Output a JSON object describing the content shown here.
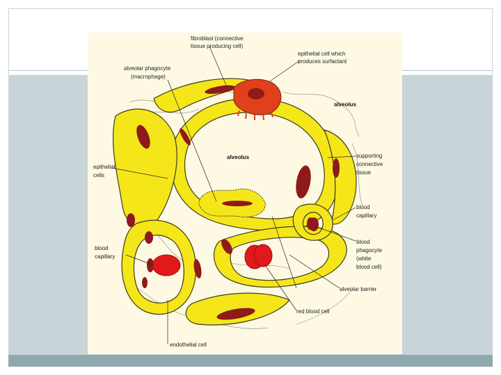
{
  "diagram": {
    "labels": {
      "fibroblast_line1": "fibroblast (connective",
      "fibroblast_line2": "tissue producing cell)",
      "epithelial_surfactant_line1": "epithelial cell which",
      "epithelial_surfactant_line2": "produces surfactant",
      "phagocyte_line1": "alveolar phagocyte",
      "phagocyte_line2": "(macrophage)",
      "alveolus_top_right": "alveolus",
      "alveolus_center": "alveolus",
      "epithelial_cells_line1": "epithelial",
      "epithelial_cells_line2": "cells",
      "supporting_line1": "supporting",
      "supporting_line2": "connective",
      "supporting_line3": "tissue",
      "blood_capillary_right_line1": "blood",
      "blood_capillary_right_line2": "capillary",
      "blood_phagocyte_line1": "blood",
      "blood_phagocyte_line2": "phagocyte",
      "blood_phagocyte_line3": "(white",
      "blood_phagocyte_line4": "blood cell)",
      "blood_capillary_left_line1": "blood",
      "blood_capillary_left_line2": "capillary",
      "alveolar_barrier": "alveolar barrier",
      "red_blood_cell": "red blood cell",
      "endothelial_cell": "endothelial cell"
    },
    "colors": {
      "tissue_yellow": "#f5e61a",
      "nucleus_red": "#8e1a1a",
      "blood_red": "#e0191b",
      "outline": "#3a3a20",
      "background": "#fdf9e3"
    }
  }
}
